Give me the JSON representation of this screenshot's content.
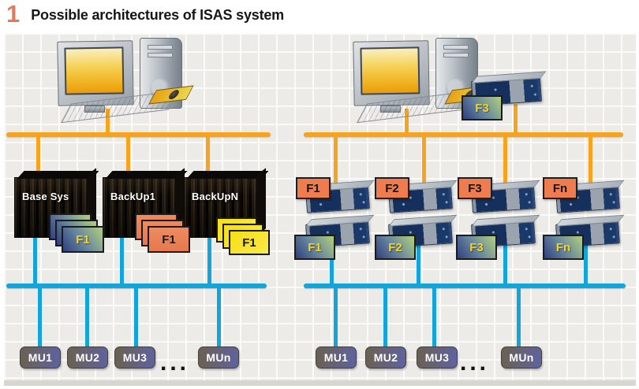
{
  "header": {
    "number": "1",
    "title": "Possible architectures of ISAS system"
  },
  "left_arch": {
    "racks": [
      {
        "name": "Base Sys",
        "card": {
          "label": "F1",
          "style": "green"
        }
      },
      {
        "name": "BackUp1",
        "card": {
          "label": "F1",
          "style": "orange"
        }
      },
      {
        "name": "BackUpN",
        "card": {
          "label": "F1",
          "style": "yellow"
        }
      }
    ],
    "mu_units": [
      "MU1",
      "MU2",
      "MU3",
      "MUn"
    ],
    "ellipsis": "..."
  },
  "right_arch": {
    "top_card": "F3",
    "row1_cards": [
      "F1",
      "F2",
      "F3",
      "Fn"
    ],
    "row2_cards": [
      "F1",
      "F2",
      "F3",
      "Fn"
    ],
    "mu_units": [
      "MU1",
      "MU2",
      "MU3",
      "MUn"
    ],
    "ellipsis": "..."
  },
  "icons": {
    "workstation": "desktop-computer-with-keyboard",
    "rack": "dark-server-rack",
    "module": "blue-rack-controller-module"
  },
  "colors": {
    "accent_number": "#DF7C5B",
    "upper_bus": "#F6A41E",
    "lower_bus": "#12A5DA",
    "badge_orange": "#EE7C4E",
    "card_yellow": "#F6DF16",
    "card_green_start": "#2F3F7E",
    "card_green_end": "#ABC97F",
    "mu_gradient_start": "#6B6151",
    "mu_gradient_end": "#5F62A0"
  }
}
